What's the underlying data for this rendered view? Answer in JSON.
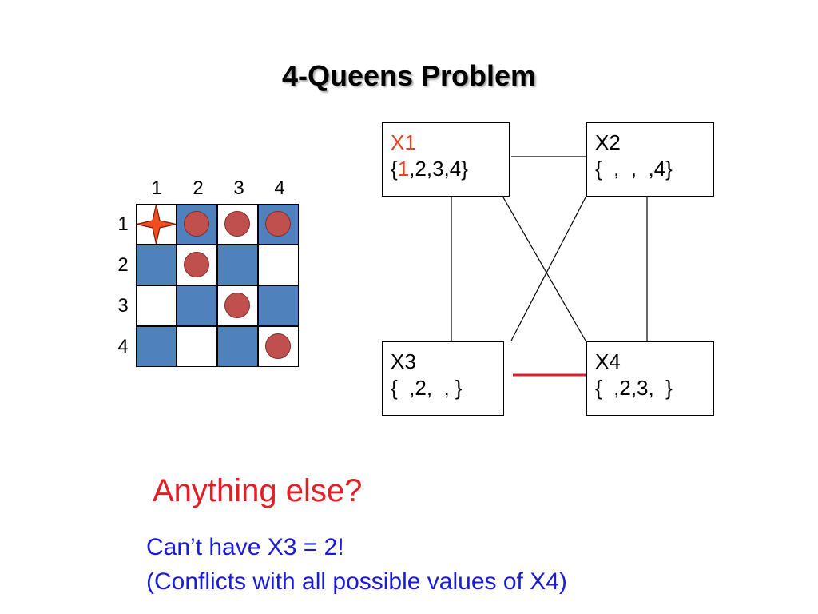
{
  "title": "4-Queens Problem",
  "board": {
    "col_labels": [
      "1",
      "2",
      "3",
      "4"
    ],
    "row_labels": [
      "1",
      "2",
      "3",
      "4"
    ],
    "cells": [
      [
        "white",
        "blue",
        "white",
        "blue"
      ],
      [
        "blue",
        "white",
        "blue",
        "white"
      ],
      [
        "white",
        "blue",
        "white",
        "blue"
      ],
      [
        "blue",
        "white",
        "blue",
        "white"
      ]
    ],
    "queen": {
      "row": 1,
      "col": 1,
      "icon": "star-queen-icon",
      "color": "#f04e1e"
    },
    "attacked": [
      [
        1,
        2
      ],
      [
        1,
        3
      ],
      [
        1,
        4
      ],
      [
        2,
        2
      ],
      [
        3,
        3
      ],
      [
        4,
        4
      ]
    ],
    "attack_color": "#c0504d",
    "blue_color": "#4f81bd"
  },
  "graph": {
    "nodes": [
      {
        "id": "X1",
        "name": "X1",
        "name_color": "#e8411f",
        "domain_open": "{",
        "domain_highlight": "1",
        "domain_rest": ",2,3,4}",
        "highlight_color": "#e8411f"
      },
      {
        "id": "X2",
        "name": "X2",
        "domain_text": "{  ,  ,  ,4}"
      },
      {
        "id": "X3",
        "name": "X3",
        "domain_text": "{  ,2,  , }"
      },
      {
        "id": "X4",
        "name": "X4",
        "domain_text": "{  ,2,3,  }"
      }
    ],
    "edges": [
      {
        "from": "X1",
        "to": "X2",
        "color": "#000000"
      },
      {
        "from": "X1",
        "to": "X3",
        "color": "#000000"
      },
      {
        "from": "X1",
        "to": "X4",
        "color": "#000000"
      },
      {
        "from": "X2",
        "to": "X3",
        "color": "#000000"
      },
      {
        "from": "X2",
        "to": "X4",
        "color": "#000000"
      },
      {
        "from": "X3",
        "to": "X4",
        "color": "#e31f26",
        "highlighted": true
      }
    ]
  },
  "question": "Anything else?",
  "answer_line1": "Can’t have X3 = 2!",
  "answer_line2": "(Conflicts with all possible values of X4)"
}
